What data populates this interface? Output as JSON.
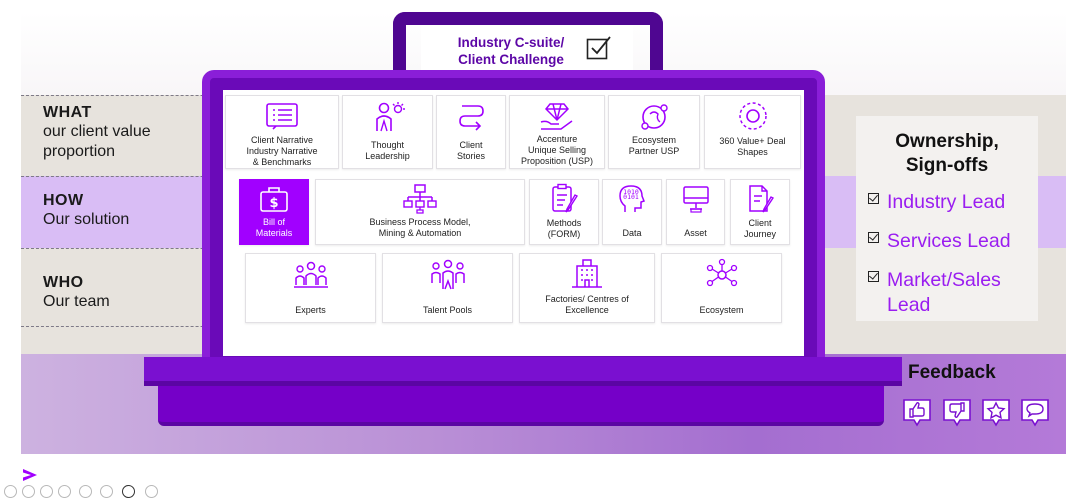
{
  "header": {
    "challenge_line1": "Industry C-suite/",
    "challenge_line2": "Client Challenge"
  },
  "rows": {
    "what": {
      "title": "WHAT",
      "line1": "our client value",
      "line2": "proportion"
    },
    "how": {
      "title": "HOW",
      "line1": "Our solution"
    },
    "who": {
      "title": "WHO",
      "line1": "Our team"
    }
  },
  "what_cards": [
    {
      "l1": "Client Narrative",
      "l2": "Industry Narrative",
      "l3": "& Benchmarks",
      "icon": "document-list-icon"
    },
    {
      "l1": "Thought",
      "l2": "Leadership",
      "icon": "idea-person-icon"
    },
    {
      "l1": "Client",
      "l2": "Stories",
      "icon": "story-path-icon"
    },
    {
      "l1": "Accenture",
      "l2": "Unique Selling",
      "l3": "Proposition (USP)",
      "icon": "diamond-hand-icon"
    },
    {
      "l1": "Ecosystem",
      "l2": "Partner USP",
      "icon": "ecosystem-globe-icon"
    },
    {
      "l1": "360 Value+ Deal",
      "l2": "Shapes",
      "icon": "target-circle-icon"
    }
  ],
  "how_cards": [
    {
      "l1": "Bill of",
      "l2": "Materials",
      "icon": "money-briefcase-icon"
    },
    {
      "l1": "Business Process Model,",
      "l2": "Mining & Automation",
      "icon": "org-chart-icon"
    },
    {
      "l1": "Methods",
      "l2": "(FORM)",
      "icon": "clipboard-pencil-icon"
    },
    {
      "l1": "Data",
      "icon": "data-head-icon"
    },
    {
      "l1": "Asset",
      "icon": "monitor-asset-icon"
    },
    {
      "l1": "Client",
      "l2": "Journey",
      "icon": "journey-pencil-icon"
    }
  ],
  "who_cards": [
    {
      "l1": "Experts",
      "icon": "experts-group-icon"
    },
    {
      "l1": "Talent Pools",
      "icon": "talent-group-icon"
    },
    {
      "l1": "Factories/ Centres of",
      "l2": "Excellence",
      "icon": "building-icon"
    },
    {
      "l1": "Ecosystem",
      "icon": "network-hub-icon"
    }
  ],
  "ownership": {
    "title_line1": "Ownership,",
    "title_line2": "Sign-offs",
    "items": [
      "Industry Lead",
      "Services Lead",
      "Market/Sales",
      "Lead"
    ]
  },
  "feedback": {
    "title": "Feedback",
    "buttons": [
      "thumbs-up-icon",
      "thumbs-down-icon",
      "star-icon",
      "comment-icon"
    ]
  },
  "colors": {
    "accent": "#a100ff",
    "deep_purple": "#4f0691",
    "case_purple": "#6a0ab8",
    "how_band": "#d9bdf5",
    "label_purple": "#9a1df0"
  }
}
